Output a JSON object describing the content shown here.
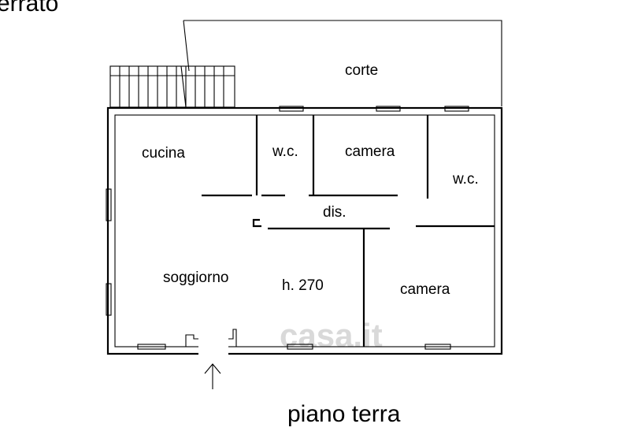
{
  "floor_plan": {
    "top_label": "errato",
    "title": "piano terra",
    "height_label": "h. 270",
    "watermark": "casa.it",
    "rooms": {
      "corte": "corte",
      "cucina": "cucina",
      "wc_left": "w.c.",
      "camera_top": "camera",
      "wc_right": "w.c.",
      "dis": "dis.",
      "soggiorno": "soggiorno",
      "camera_bottom": "camera"
    }
  }
}
